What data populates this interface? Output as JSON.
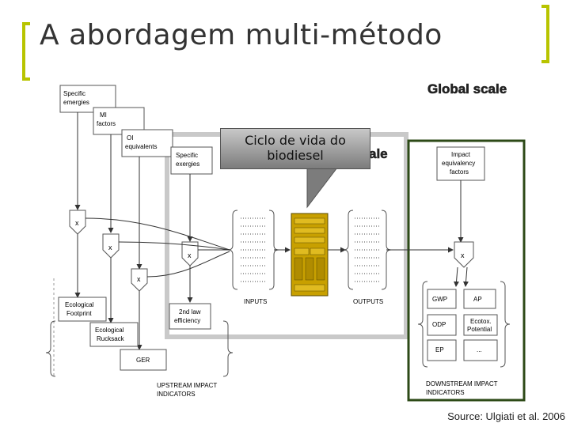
{
  "title": "A abordagem multi-método",
  "callout": {
    "line1": "Ciclo de vida do",
    "line2": "biodiesel"
  },
  "scale_labels": {
    "global": "Global scale",
    "local_partial": "ale"
  },
  "upstream": {
    "specific_emergies": [
      "Specific",
      "emergies"
    ],
    "mi_factors": [
      "MI",
      "factors"
    ],
    "oi_equivalents": [
      "OI",
      "equivalents"
    ],
    "ecological_footprint": [
      "Ecological",
      "Footprint"
    ],
    "ecological_rucksack": [
      "Ecological",
      "Rucksack"
    ],
    "ger": "GER",
    "indicators": [
      "UPSTREAM IMPACT",
      "INDICATORS"
    ]
  },
  "local": {
    "specific_exergies": [
      "Specific",
      "exergies"
    ],
    "second_law": [
      "2nd law",
      "efficiency"
    ],
    "inputs": "INPUTS",
    "outputs": "OUTPUTS"
  },
  "downstream": {
    "impact_factors": [
      "Impact",
      "equivalency",
      "factors"
    ],
    "gwp": "GWP",
    "ap": "AP",
    "odp": "ODP",
    "ecotox": [
      "Ecotox.",
      "Potential"
    ],
    "ep": "EP",
    "dots": "...",
    "indicators": [
      "DOWNSTREAM IMPACT",
      "INDICATORS"
    ]
  },
  "multiply_symbol": "x",
  "source": "Source: Ulgiati et al. 2006",
  "colors": {
    "bracket": "#b8c400",
    "downstream_border": "#2d4a17",
    "core": "#c8a000",
    "local_box": "#c9c9c9"
  }
}
